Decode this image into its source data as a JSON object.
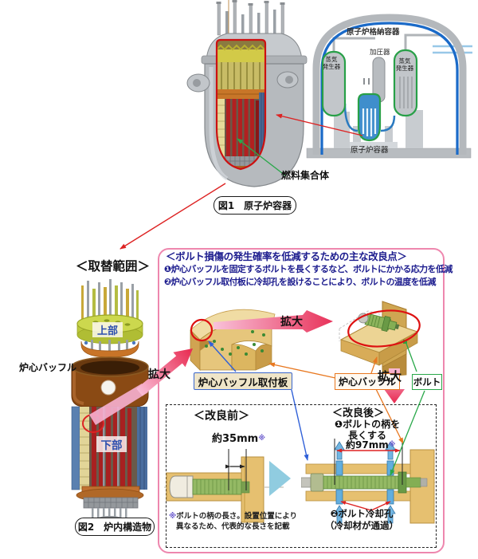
{
  "colors": {
    "box_border_pink": "#ee87ae",
    "heading_navy": "#1c1c8e",
    "leader_blue": "#3060d8",
    "leader_orange": "#e87820",
    "leader_green": "#2aa84a",
    "accent_red": "#dd2222",
    "coolant_blue": "#62aede",
    "bolt_green": "#94b964",
    "plate_tan": "#e6c070"
  },
  "fig1": {
    "caption": "図1　原子炉容器",
    "fuel_assembly_label": "燃料集合体"
  },
  "containment": {
    "title": "原子炉格納容器",
    "sg_left_l1": "蒸気",
    "sg_left_l2": "発生器",
    "pressurizer": "加圧器",
    "sg_right_l1": "蒸気",
    "sg_right_l2": "発生器",
    "reactor_vessel": "原子炉容器"
  },
  "replacement": {
    "header": "＜取替範囲＞",
    "upper_label": "上部",
    "lower_label": "下部",
    "baffle_label": "炉心バッフル",
    "zoom_label": "拡大",
    "caption": "図2　炉内構造物"
  },
  "improvement": {
    "title": "＜ボルト損傷の発生確率を低減するための主な改良点＞",
    "point1": "❶炉心バッフルを固定するボルトを長くするなど、ボルトにかかる応力を低減",
    "point2": "❷炉心バッフル取付板に冷却孔を設けることにより、ボルトの温度を低減",
    "plate_label": "炉心バッフル取付板",
    "baffle_label": "炉心バッフル",
    "bolt_label": "ボルト",
    "zoom_mid": "拡大",
    "zoom_right": "拡大"
  },
  "comparison": {
    "before_title": "＜改良前＞",
    "before_dim": "約35mm",
    "after_title": "＜改良後＞",
    "after_point1_l1": "❶ボルトの柄を",
    "after_point1_l2": "長くする",
    "after_dim": "約97mm",
    "note_mark": "※",
    "after_point2_l1": "❷ボルト冷却孔",
    "after_point2_l2": "（冷却材が通過）",
    "footnote_mark": "※",
    "footnote_l1": "ボルトの柄の長さ。設置位置により",
    "footnote_l2": "異なるため、代表的な長さを記載"
  }
}
